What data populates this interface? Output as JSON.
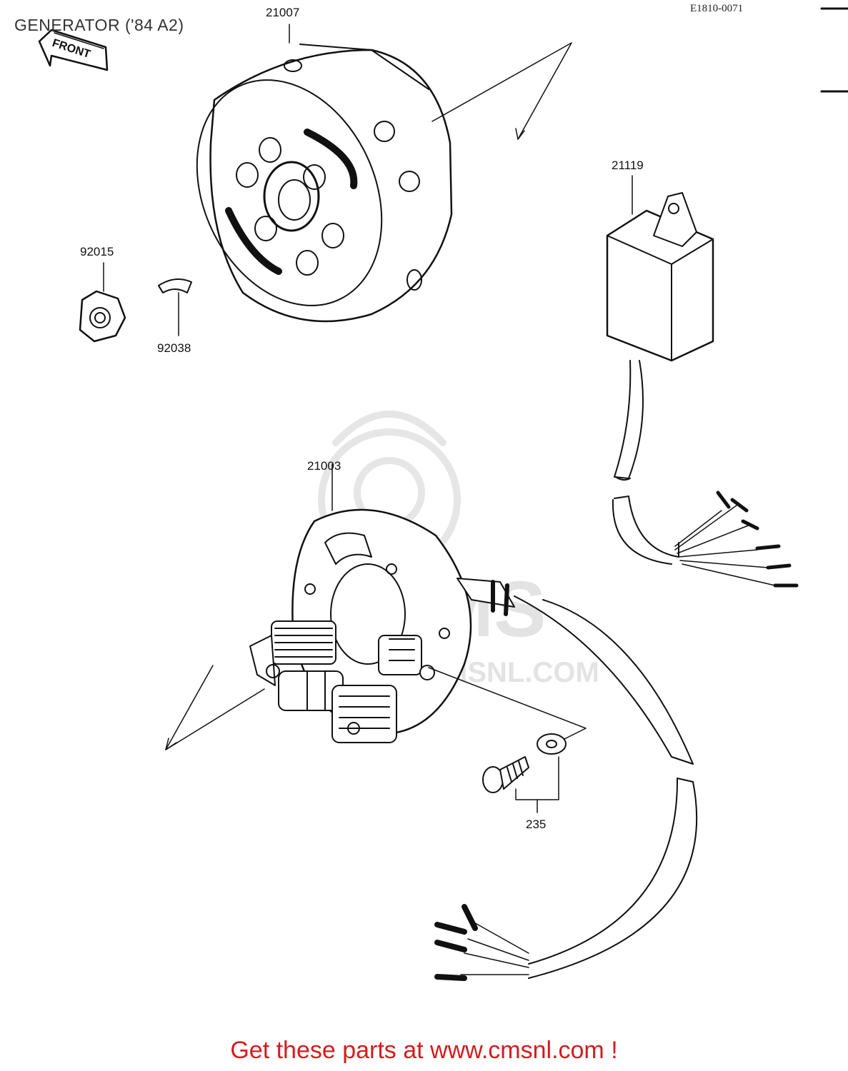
{
  "header": {
    "title": "GENERATOR ('84 A2)",
    "drawing_code": "E1810-0071",
    "front_arrow_label": "FRONT"
  },
  "parts": [
    {
      "number": "21007",
      "name": "flywheel"
    },
    {
      "number": "21119",
      "name": "ignition coil unit"
    },
    {
      "number": "92015",
      "name": "nut"
    },
    {
      "number": "92038",
      "name": "woodruff key"
    },
    {
      "number": "21003",
      "name": "stator"
    },
    {
      "number": "235",
      "name": "screw and washer"
    }
  ],
  "watermark": {
    "brand": "CMS",
    "url": "WWW.CMSNL.COM"
  },
  "footer": {
    "text": "Get these parts at www.cmsnl.com !",
    "color": "#d41c1c"
  },
  "colors": {
    "ink": "#111111",
    "watermark": "#e3e3e3",
    "footer_red": "#d41c1c"
  }
}
